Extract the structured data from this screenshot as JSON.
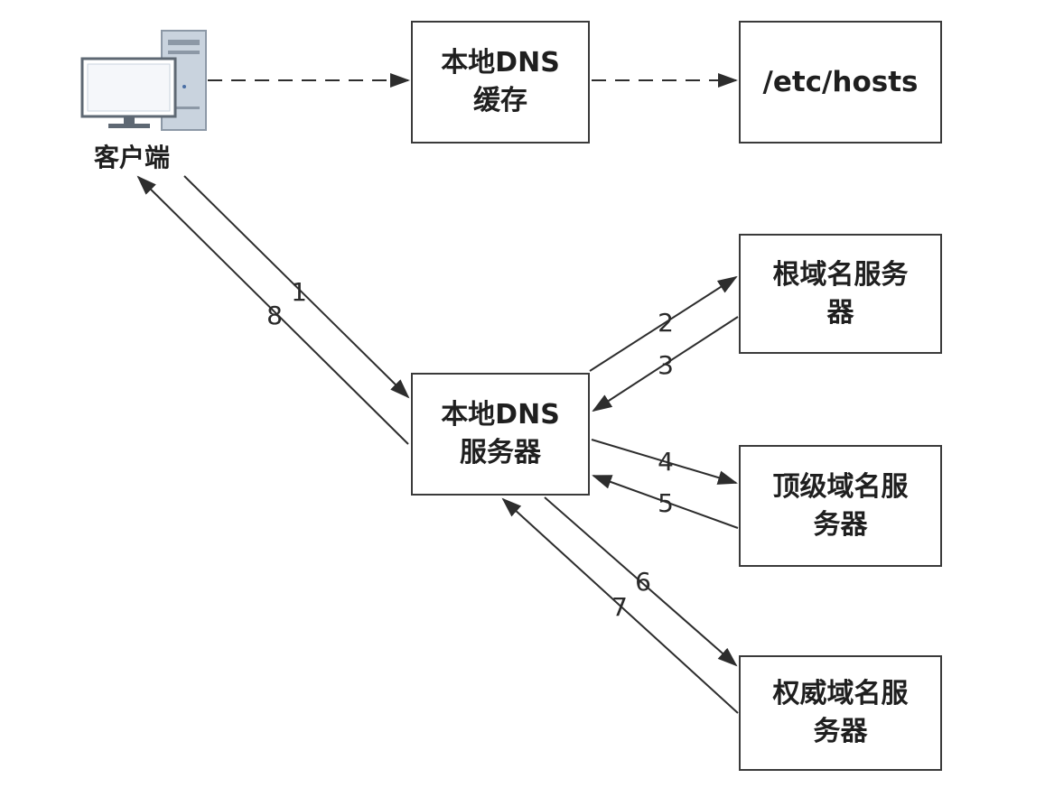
{
  "client": {
    "label": "客户端",
    "icon": "desktop-computer-icon"
  },
  "nodes": {
    "dns_cache": "本地DNS\n缓存",
    "hosts": "/etc/hosts",
    "root_server": "根域名服务\n器",
    "local_dns_server": "本地DNS\n服务器",
    "tld_server": "顶级域名服\n务器",
    "authoritative_server": "权威域名服\n务器"
  },
  "steps": [
    "1",
    "2",
    "3",
    "4",
    "5",
    "6",
    "7",
    "8"
  ],
  "colors": {
    "line": "#2d2d2d",
    "box_border": "#3a3a3a",
    "monitor_screen": "#ffffff",
    "computer_body": "#c9d3de"
  }
}
